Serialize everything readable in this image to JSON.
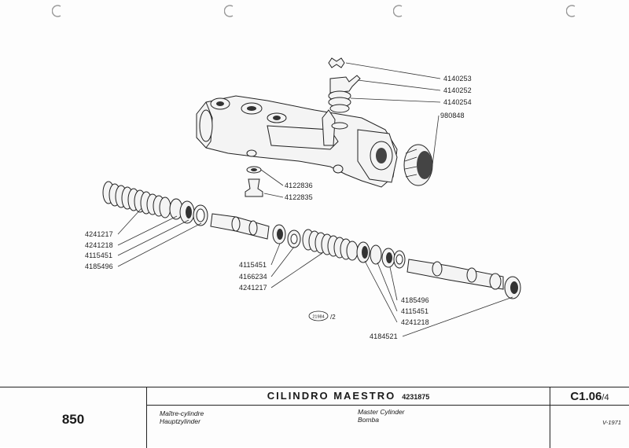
{
  "drawing": {
    "callouts_top": [
      "4140253",
      "4140252",
      "4140254",
      "980848"
    ],
    "callouts_valve": [
      "4122836",
      "4122835"
    ],
    "callouts_left": [
      "4241217",
      "4241218",
      "4115451",
      "4185496"
    ],
    "callouts_center": [
      "4115451",
      "4166234",
      "4241217"
    ],
    "callouts_right": [
      "4185496",
      "4115451",
      "4241218",
      "4184521"
    ],
    "reference_badge": "21984",
    "reference_suffix": "/2"
  },
  "titleblock": {
    "model": "850",
    "title": "CILINDRO MAESTRO",
    "code": "4231875",
    "name_fr": "Maître-cylindre",
    "name_de": "Hauptzylinder",
    "name_en": "Master Cylinder",
    "name_es": "Bomba",
    "sheet_main": "C1.06",
    "sheet_sub": "/4",
    "date": "V-1971"
  }
}
